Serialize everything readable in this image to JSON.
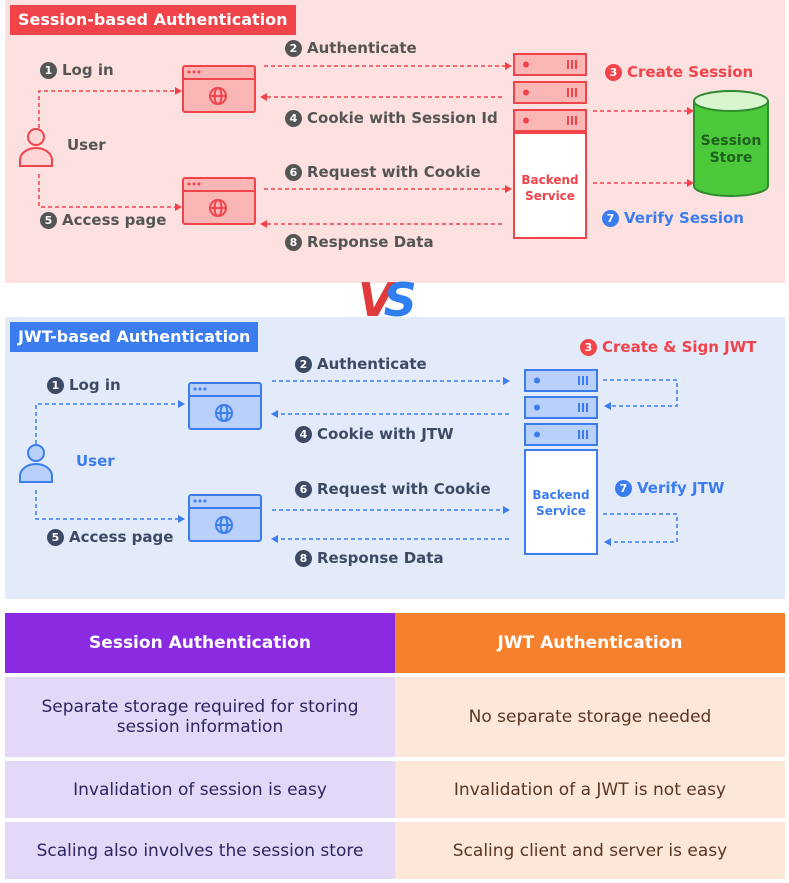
{
  "session": {
    "title": "Session-based Authentication",
    "user_label": "User",
    "steps": [
      {
        "num": "1",
        "label": "Log in"
      },
      {
        "num": "2",
        "label": "Authenticate"
      },
      {
        "num": "3",
        "label": "Create Session"
      },
      {
        "num": "4",
        "label": "Cookie with Session Id"
      },
      {
        "num": "5",
        "label": "Access page"
      },
      {
        "num": "6",
        "label": "Request with Cookie"
      },
      {
        "num": "7",
        "label": "Verify Session"
      },
      {
        "num": "8",
        "label": "Response Data"
      }
    ],
    "backend": {
      "line1": "Backend",
      "line2": "Service"
    },
    "store": {
      "line1": "Session",
      "line2": "Store"
    }
  },
  "vs": {
    "v": "V",
    "s": "S"
  },
  "jwt": {
    "title": "JWT-based Authentication",
    "user_label": "User",
    "steps": [
      {
        "num": "1",
        "label": "Log in"
      },
      {
        "num": "2",
        "label": "Authenticate"
      },
      {
        "num": "3",
        "label": "Create & Sign JWT"
      },
      {
        "num": "4",
        "label": "Cookie with JTW"
      },
      {
        "num": "5",
        "label": "Access page"
      },
      {
        "num": "6",
        "label": "Request with Cookie"
      },
      {
        "num": "7",
        "label": "Verify JTW"
      },
      {
        "num": "8",
        "label": "Response Data"
      }
    ],
    "backend": {
      "line1": "Backend",
      "line2": "Service"
    }
  },
  "comparison": {
    "headers": [
      "Session Authentication",
      "JWT Authentication"
    ],
    "rows": [
      [
        "Separate storage required for storing session information",
        "No separate storage needed"
      ],
      [
        "Invalidation of session is easy",
        "Invalidation of a JWT is not easy"
      ],
      [
        "Scaling also involves the session store",
        "Scaling client and server is easy"
      ]
    ]
  },
  "colors": {
    "session_accent": "#f0434a",
    "session_gray": "#555555",
    "jwt_accent": "#3b7df0",
    "jwt_gray": "#3d4a63",
    "store_green": "#4cc93a",
    "table_left_header": "#8a2be2",
    "table_right_header": "#f5802e"
  }
}
